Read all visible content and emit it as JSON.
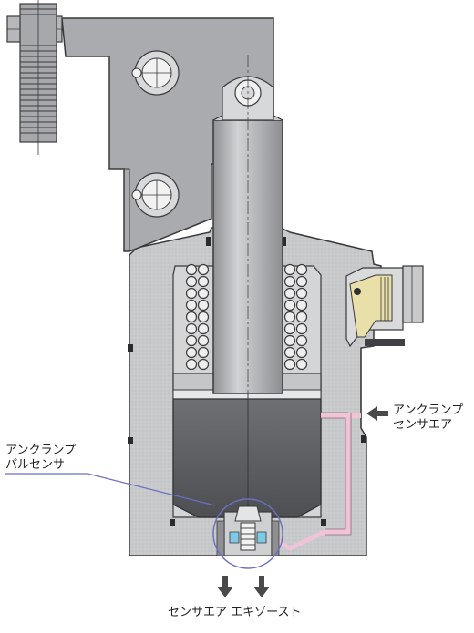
{
  "labels": {
    "unclamp_pulse_sensor": [
      "アンクランプ",
      "パルセンサ"
    ],
    "unclamp_sensor_air": [
      "アンクランプ",
      "センサエア"
    ],
    "sensor_air_exhaust": "センサエア エキゾースト"
  },
  "colors": {
    "body_gray": "#c8c9cb",
    "body_outline": "#3a3a3a",
    "arm_gray": "#a9abae",
    "rod_gray": "#b5b7ba",
    "piston_dark": "#5e6063",
    "spring_light": "#e8e8e8",
    "air_passage_pink": "#f0c4d6",
    "brass_fitting": "#e9dfa8",
    "callout_line": "#6a6fc2",
    "arrow_dark": "#4a4a4a"
  },
  "icons": [
    "arrow-left-icon",
    "arrow-down-icon"
  ]
}
